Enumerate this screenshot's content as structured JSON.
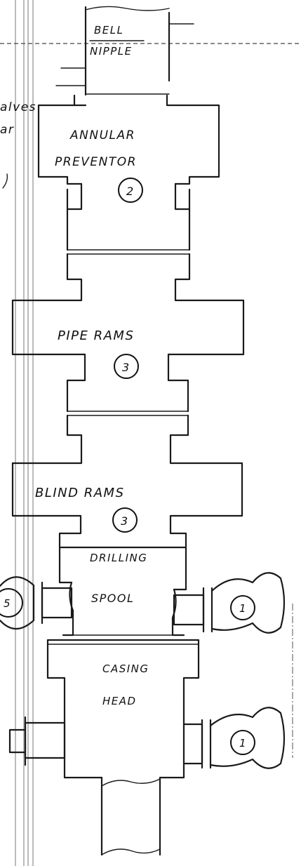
{
  "components": {
    "bell_nipple": {
      "line1": "BELL",
      "line2": "NIPPLE"
    },
    "annular_preventor": {
      "line1": "ANNULAR",
      "line2": "PREVENTOR",
      "number": "2"
    },
    "pipe_rams": {
      "label": "PIPE RAMS",
      "number": "3"
    },
    "blind_rams": {
      "label": "BLIND RAMS",
      "number": "3"
    },
    "drilling_spool": {
      "line1": "DRILLING",
      "line2": "SPOOL"
    },
    "casing_head": {
      "line1": "CASING",
      "line2": "HEAD"
    }
  },
  "valves": {
    "spool_right_number": "1",
    "casing_right_number": "1",
    "spool_left_number": "5"
  },
  "left_margin_text": {
    "line1": "alves",
    "line2": "ar"
  }
}
